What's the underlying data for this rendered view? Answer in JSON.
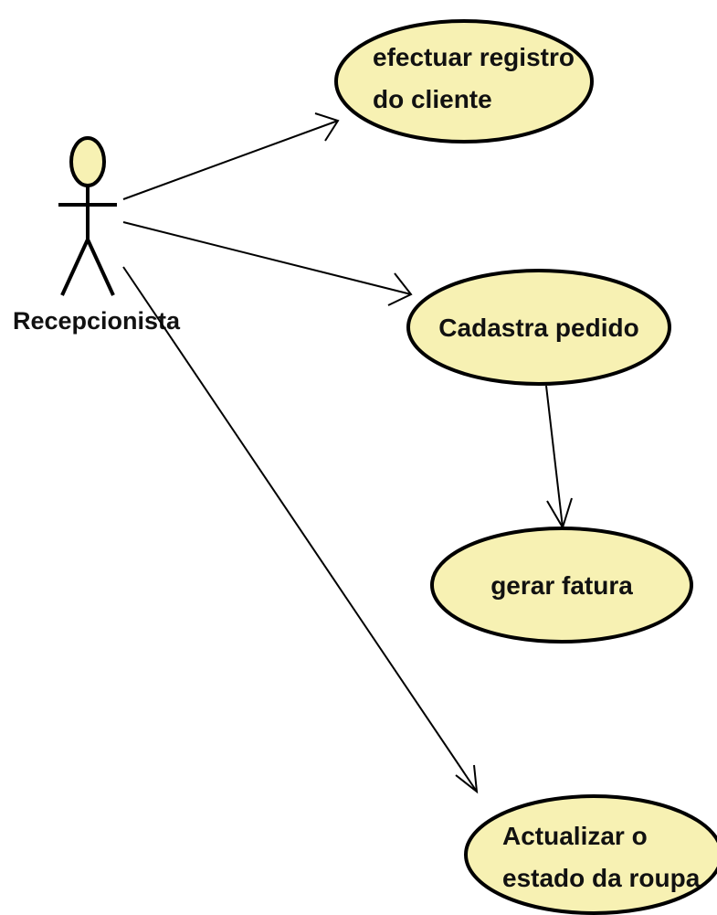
{
  "colors": {
    "use_case_fill": "#f7f1b3",
    "actor_fill": "#f7f1b3",
    "stroke": "#000000",
    "text": "#111111"
  },
  "actor": {
    "label": "Recepcionista",
    "icon": "stick-figure-actor-icon"
  },
  "use_cases": {
    "registro": {
      "line1": "efectuar registro",
      "line2": "do cliente"
    },
    "pedido": {
      "label": "Cadastra pedido"
    },
    "fatura": {
      "label": "gerar fatura"
    },
    "roupa": {
      "line1": "Actualizar o",
      "line2": "estado da roupa"
    }
  },
  "relations": [
    {
      "from": "Recepcionista",
      "to": "efectuar registro do cliente",
      "type": "association"
    },
    {
      "from": "Recepcionista",
      "to": "Cadastra pedido",
      "type": "association"
    },
    {
      "from": "Recepcionista",
      "to": "Actualizar o estado da roupa",
      "type": "association"
    },
    {
      "from": "Cadastra pedido",
      "to": "gerar fatura",
      "type": "association"
    }
  ]
}
